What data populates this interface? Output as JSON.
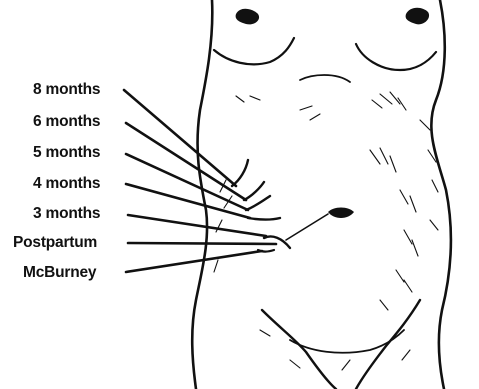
{
  "labels": {
    "m8": "8 months",
    "m6": "6 months",
    "m5": "5 months",
    "m4": "4 months",
    "m3": "3 months",
    "postpartum": "Postpartum",
    "mcburney": "McBurney"
  },
  "colors": {
    "ink": "#111111",
    "background": "#ffffff"
  }
}
